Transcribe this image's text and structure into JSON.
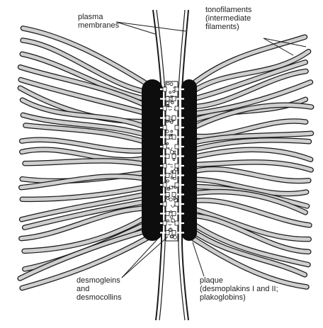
{
  "labels": {
    "plasma_membranes": [
      "plasma",
      "membranes"
    ],
    "tonofilaments": [
      "tonofilaments",
      "(intermediate",
      "filaments)"
    ],
    "desmogleins": [
      "desmogleins",
      "and",
      "desmocollins"
    ],
    "plaque": [
      "plaque",
      "(desmoplakins I and II;",
      "plakoglobins)"
    ]
  },
  "colors": {
    "ink": "#1a1a1a",
    "plaque": "#0d0d0d",
    "filament_fill": "#cfcfcf",
    "background": "#ffffff"
  }
}
